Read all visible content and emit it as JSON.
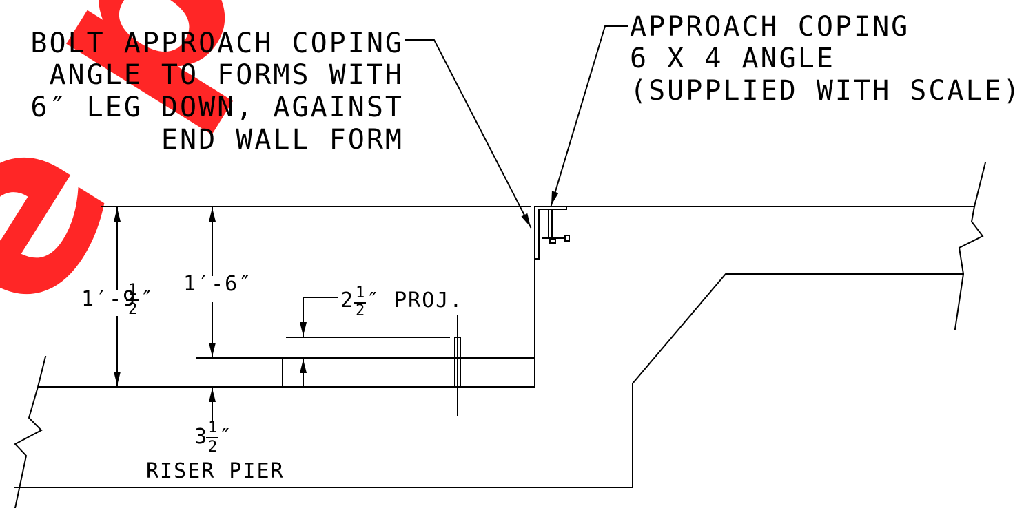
{
  "watermark": {
    "text": "e purp",
    "color": "#ff1a1a"
  },
  "notes": {
    "bolt": [
      "BOLT APPROACH COPING",
      "ANGLE TO FORMS WITH",
      "6″ LEG DOWN, AGAINST",
      "END WALL FORM"
    ],
    "coping": [
      "APPROACH COPING",
      "6 X 4 ANGLE",
      "(SUPPLIED WITH SCALE)"
    ]
  },
  "dimensions": {
    "overall": {
      "whole": "1′-9",
      "num": "1",
      "den": "2",
      "unit": "″"
    },
    "depth": "1′-6″",
    "proj": {
      "whole": "2",
      "num": "1",
      "den": "2",
      "suffix": "″ PROJ."
    },
    "pier": {
      "whole": "3",
      "num": "1",
      "den": "2",
      "unit": "″"
    }
  },
  "labels": {
    "riser_pier": "RISER PIER"
  },
  "colors": {
    "line": "#000000",
    "background": "#ffffff"
  }
}
